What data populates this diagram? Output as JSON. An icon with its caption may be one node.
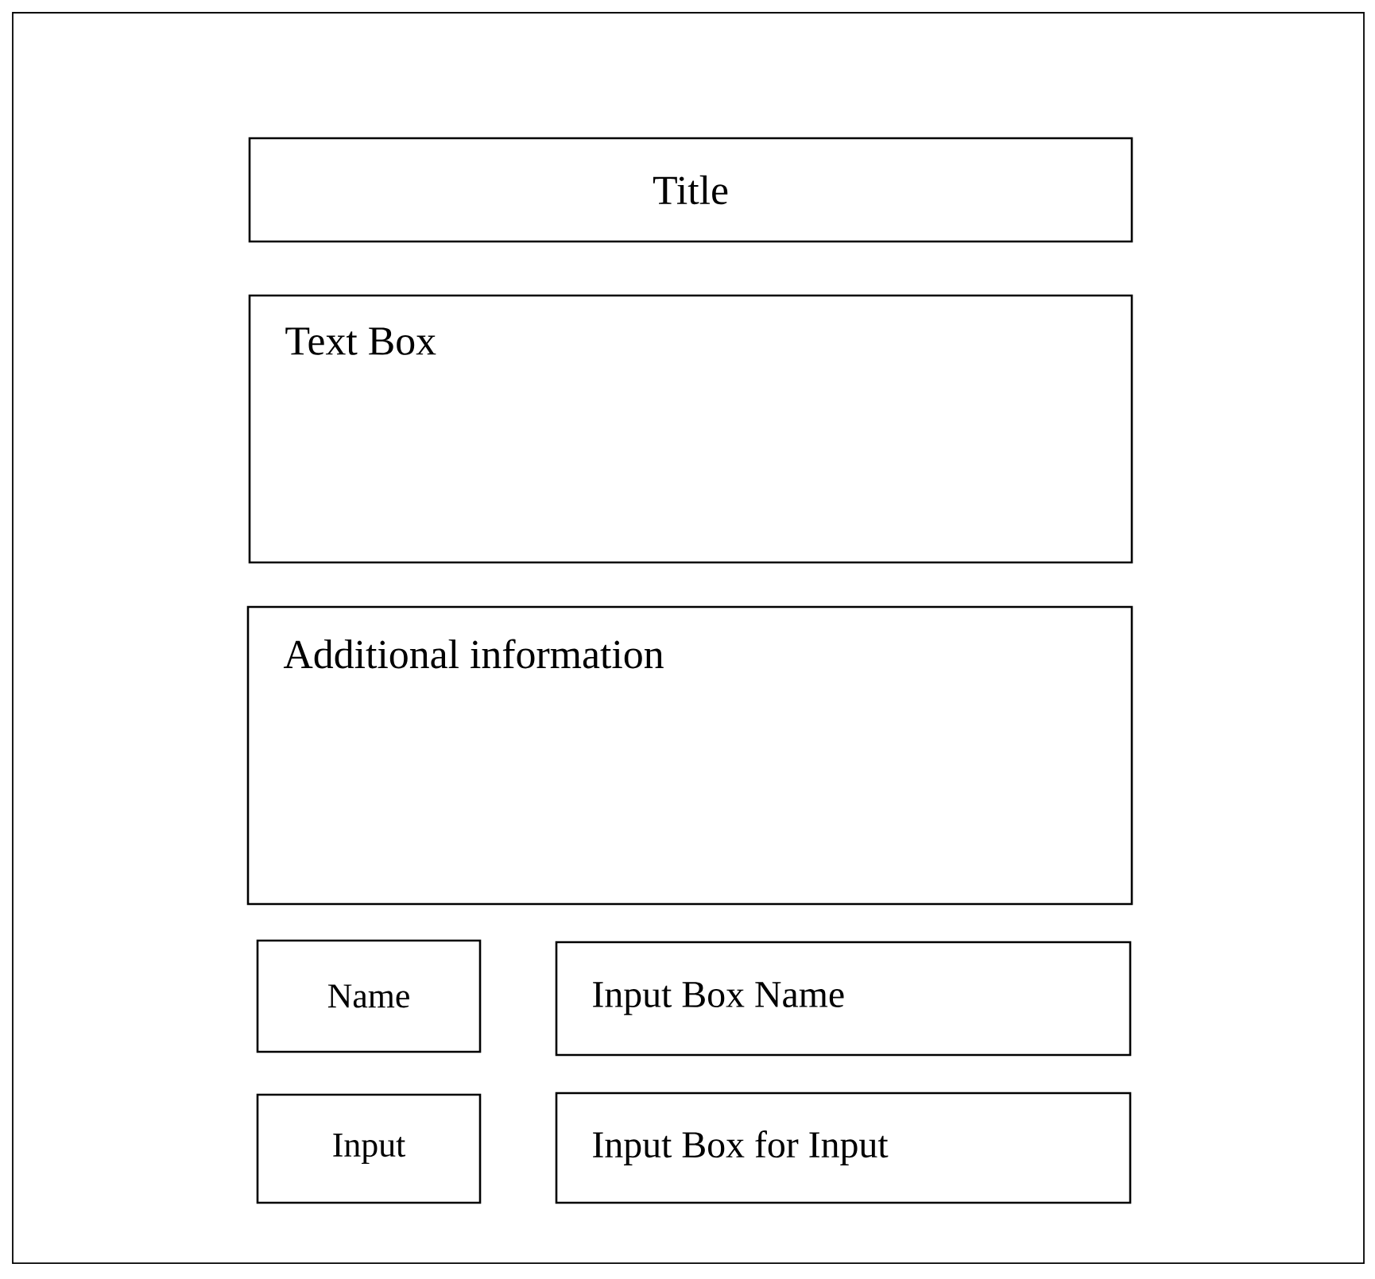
{
  "diagram": {
    "nodes": [
      {
        "text": [],
        "shape": "box"
      },
      {
        "text": [
          "Title"
        ],
        "in": 0
      },
      {
        "text": [
          "Text Box"
        ],
        "in": 0
      },
      {
        "text": [
          "Additional information"
        ],
        "in": 0
      },
      {
        "text": [
          "Name"
        ],
        "in": 0
      },
      {
        "text": [
          "Input Box Name"
        ],
        "in": 0
      },
      {
        "text": [
          "Input"
        ],
        "in": 0
      },
      {
        "text": [
          "Input Box for Input"
        ],
        "in": 0
      }
    ]
  }
}
